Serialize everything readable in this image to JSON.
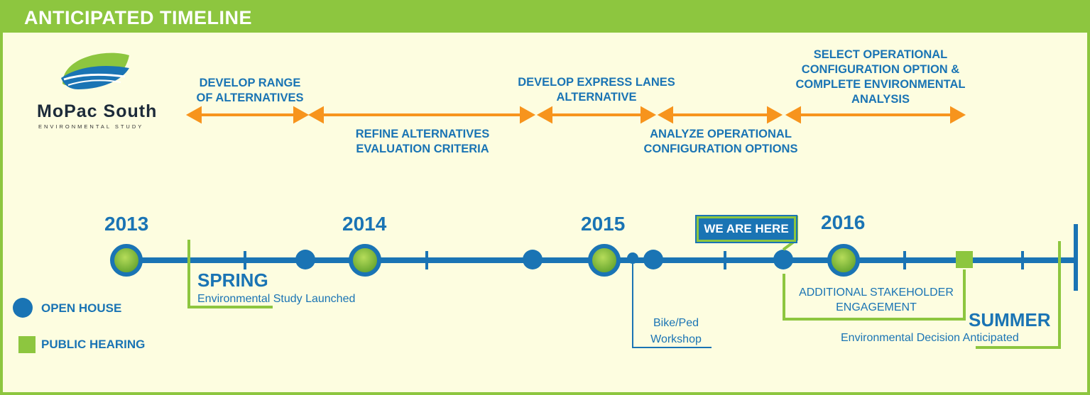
{
  "header": {
    "title": "ANTICIPATED TIMELINE"
  },
  "logo": {
    "name": "MoPac South",
    "subtitle": "ENVIRONMENTAL STUDY"
  },
  "phases": {
    "p1": "DEVELOP RANGE\nOF ALTERNATIVES",
    "p2": "REFINE ALTERNATIVES\nEVALUATION CRITERIA",
    "p3": "DEVELOP EXPRESS LANES\nALTERNATIVE",
    "p4": "ANALYZE OPERATIONAL\nCONFIGURATION OPTIONS",
    "p5": "SELECT OPERATIONAL\nCONFIGURATION OPTION &\nCOMPLETE ENVIRONMENTAL\nANALYSIS"
  },
  "years": {
    "y2013": "2013",
    "y2014": "2014",
    "y2015": "2015",
    "y2016": "2016"
  },
  "milestones": {
    "spring": "SPRING",
    "spring_desc": "Environmental Study Launched",
    "bikeped": "Bike/Ped\nWorkshop",
    "we_are_here": "WE ARE HERE",
    "stakeholder": "ADDITIONAL STAKEHOLDER\nENGAGEMENT",
    "summer": "SUMMER",
    "summer_desc": "Environmental Decision Anticipated"
  },
  "legend": {
    "open_house": "OPEN HOUSE",
    "public_hearing": "PUBLIC HEARING"
  },
  "colors": {
    "green": "#8dc63f",
    "blue": "#1a74b4",
    "orange": "#f7941d",
    "background": "#fdfde0"
  }
}
